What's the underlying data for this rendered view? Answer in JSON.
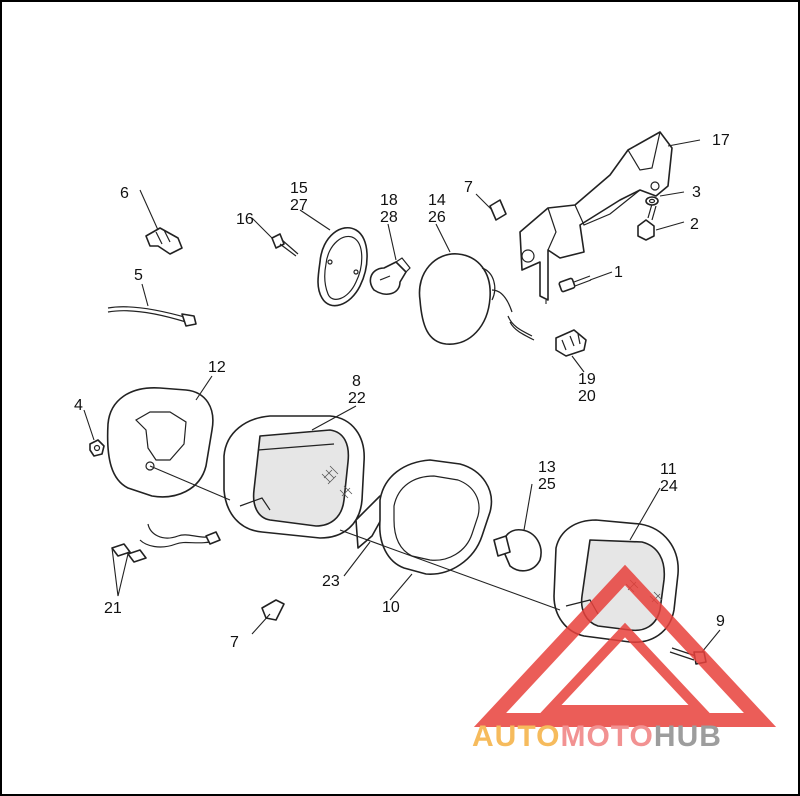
{
  "callouts": {
    "c1": "1",
    "c2": "2",
    "c3": "3",
    "c4": "4",
    "c5": "5",
    "c6": "6",
    "c7a": "7",
    "c7b": "7",
    "c8": "8",
    "c22": "22",
    "c9": "9",
    "c10": "10",
    "c11": "11",
    "c24": "24",
    "c12": "12",
    "c13": "13",
    "c25": "25",
    "c14": "14",
    "c26": "26",
    "c15": "15",
    "c27": "27",
    "c16": "16",
    "c17": "17",
    "c18": "18",
    "c28": "28",
    "c19": "19",
    "c20": "20",
    "c21": "21",
    "c23": "23"
  },
  "watermark": {
    "part1": "AUTO",
    "part2": "MOTO",
    "part3": "HUB",
    "color1": "#f5b041",
    "color2": "#f08080",
    "color3": "#8c8c8c",
    "triangle_color": "#e8413c"
  },
  "colors": {
    "border": "#000000",
    "line_art": "#222222"
  }
}
